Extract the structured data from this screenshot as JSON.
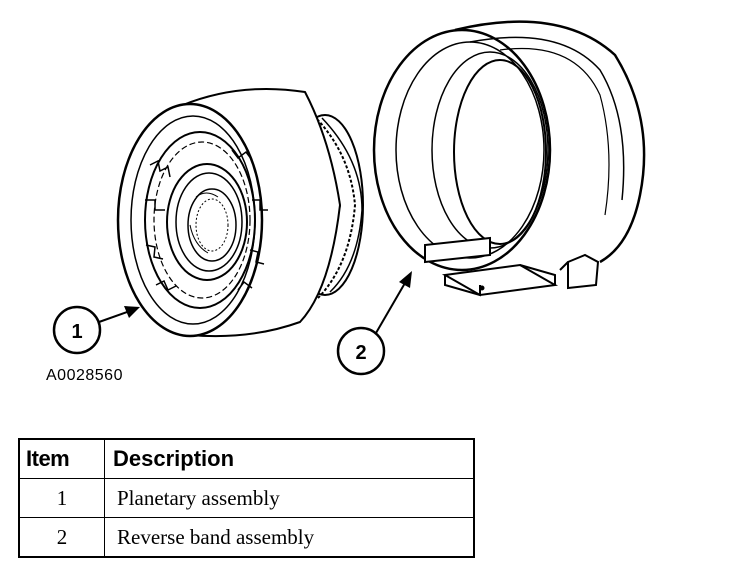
{
  "callouts": [
    {
      "number": "1",
      "item": "Planetary assembly"
    },
    {
      "number": "2",
      "item": "Reverse band assembly"
    }
  ],
  "figure_id": "A0028560",
  "table": {
    "headers": {
      "item": "Item",
      "description": "Description"
    },
    "rows": [
      {
        "item": "1",
        "description": "Planetary assembly"
      },
      {
        "item": "2",
        "description": "Reverse band assembly"
      }
    ]
  }
}
